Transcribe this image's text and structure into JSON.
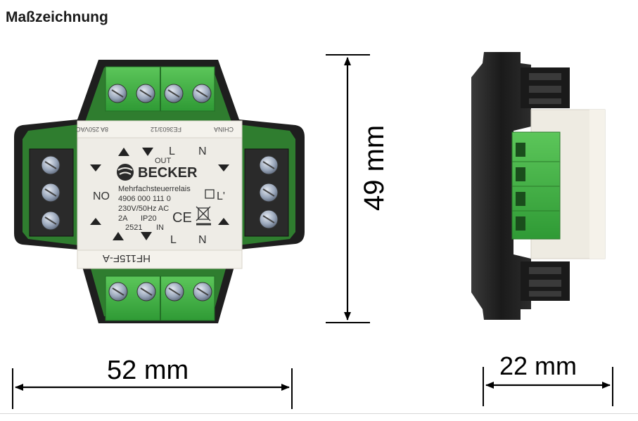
{
  "page": {
    "title": "Maßzeichnung"
  },
  "dimensions": {
    "width_label": "52 mm",
    "height_label": "49 mm",
    "depth_label": "22 mm"
  },
  "device": {
    "brand": "BECKER",
    "product_name": "Mehrfachsteuerrelais",
    "article_number": "4906 000 111 0",
    "voltage": "230V/50Hz AC",
    "current": "2A",
    "protection": "IP20",
    "code": "2521",
    "in_label": "IN",
    "out_label": "OUT",
    "l_label": "L",
    "n_label": "N",
    "l_prime_label": "L'",
    "no_label": "NO",
    "ce_label": "CE",
    "model": "HF115F-A",
    "relay_rating": "8A 250VAC",
    "relay_code": "FE3603/12",
    "china_label": "CHINA"
  },
  "colors": {
    "housing": "#1e1e1e",
    "pcb": "#2f7d2f",
    "terminal_green": "#49b549",
    "label_bg": "#eeece6",
    "screw": "#9aa7bb"
  }
}
